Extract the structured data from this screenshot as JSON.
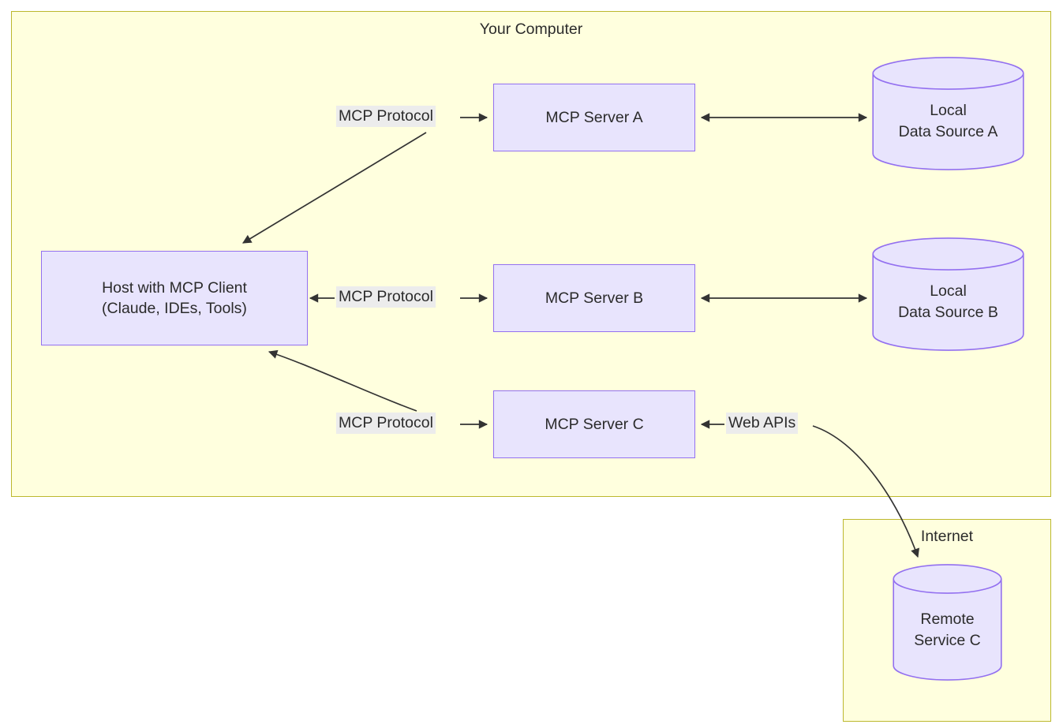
{
  "diagram": {
    "type": "architecture-flowchart",
    "clusters": [
      {
        "id": "your-computer",
        "title": "Your Computer"
      },
      {
        "id": "internet",
        "title": "Internet"
      }
    ],
    "nodes": [
      {
        "id": "host",
        "shape": "rect",
        "line1": "Host with MCP Client",
        "line2": "(Claude, IDEs, Tools)"
      },
      {
        "id": "server-a",
        "shape": "rect",
        "line1": "MCP Server A",
        "line2": ""
      },
      {
        "id": "server-b",
        "shape": "rect",
        "line1": "MCP Server B",
        "line2": ""
      },
      {
        "id": "server-c",
        "shape": "rect",
        "line1": "MCP Server C",
        "line2": ""
      },
      {
        "id": "local-data-a",
        "shape": "cylinder",
        "line1": "Local",
        "line2": "Data Source A"
      },
      {
        "id": "local-data-b",
        "shape": "cylinder",
        "line1": "Local",
        "line2": "Data Source B"
      },
      {
        "id": "remote-service-c",
        "shape": "cylinder",
        "line1": "Remote",
        "line2": "Service C"
      }
    ],
    "edge_labels": {
      "mcp_protocol_a": "MCP Protocol",
      "mcp_protocol_b": "MCP Protocol",
      "mcp_protocol_c": "MCP Protocol",
      "web_apis": "Web APIs"
    },
    "edges": [
      {
        "from": "server-a",
        "to": "host",
        "label": "MCP Protocol",
        "arrows": "one-way"
      },
      {
        "from": "host",
        "to": "server-b",
        "label": "MCP Protocol",
        "arrows": "two-way"
      },
      {
        "from": "server-c",
        "to": "host",
        "label": "MCP Protocol",
        "arrows": "one-way"
      },
      {
        "from": "server-a",
        "to": "local-data-a",
        "label": "",
        "arrows": "two-way"
      },
      {
        "from": "server-b",
        "to": "local-data-b",
        "label": "",
        "arrows": "two-way"
      },
      {
        "from": "remote-service-c",
        "to": "server-c",
        "label": "Web APIs",
        "arrows": "one-way"
      }
    ],
    "colors": {
      "cluster_fill": "#ffffde",
      "cluster_stroke": "#bcb82e",
      "node_fill": "#e8e4fd",
      "node_stroke": "#9370f0",
      "label_bg": "#ececec",
      "text": "#2b2b2b",
      "edge_stroke": "#333333"
    }
  }
}
